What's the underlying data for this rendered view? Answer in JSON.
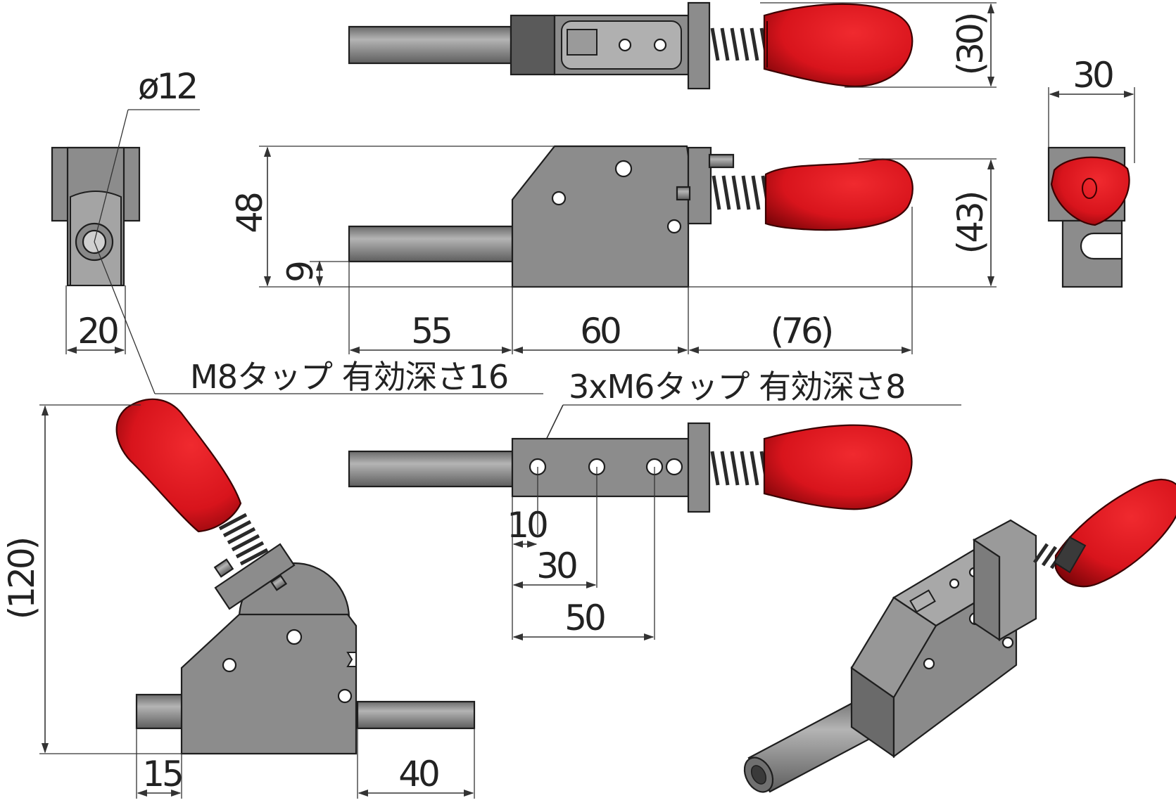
{
  "dimensions": {
    "top_width": "(30)",
    "right_width": "30",
    "bore_dia": "ø12",
    "left_width": "20",
    "height": "48",
    "rod_height": "9",
    "rod_length": "55",
    "body_length": "60",
    "handle_length": "(76)",
    "handle_height": "(43)",
    "hole1": "10",
    "hole2": "30",
    "hole3": "50",
    "total_height": "(120)",
    "rod_rear": "15",
    "rod_front": "40"
  },
  "notes": {
    "m8_tap": "M8タップ 有効深さ16",
    "m6_tap": "3xM6タップ 有効深さ8"
  },
  "colors": {
    "knob": "#d8141c",
    "metal": "#8c8c8c",
    "line": "#222222"
  }
}
